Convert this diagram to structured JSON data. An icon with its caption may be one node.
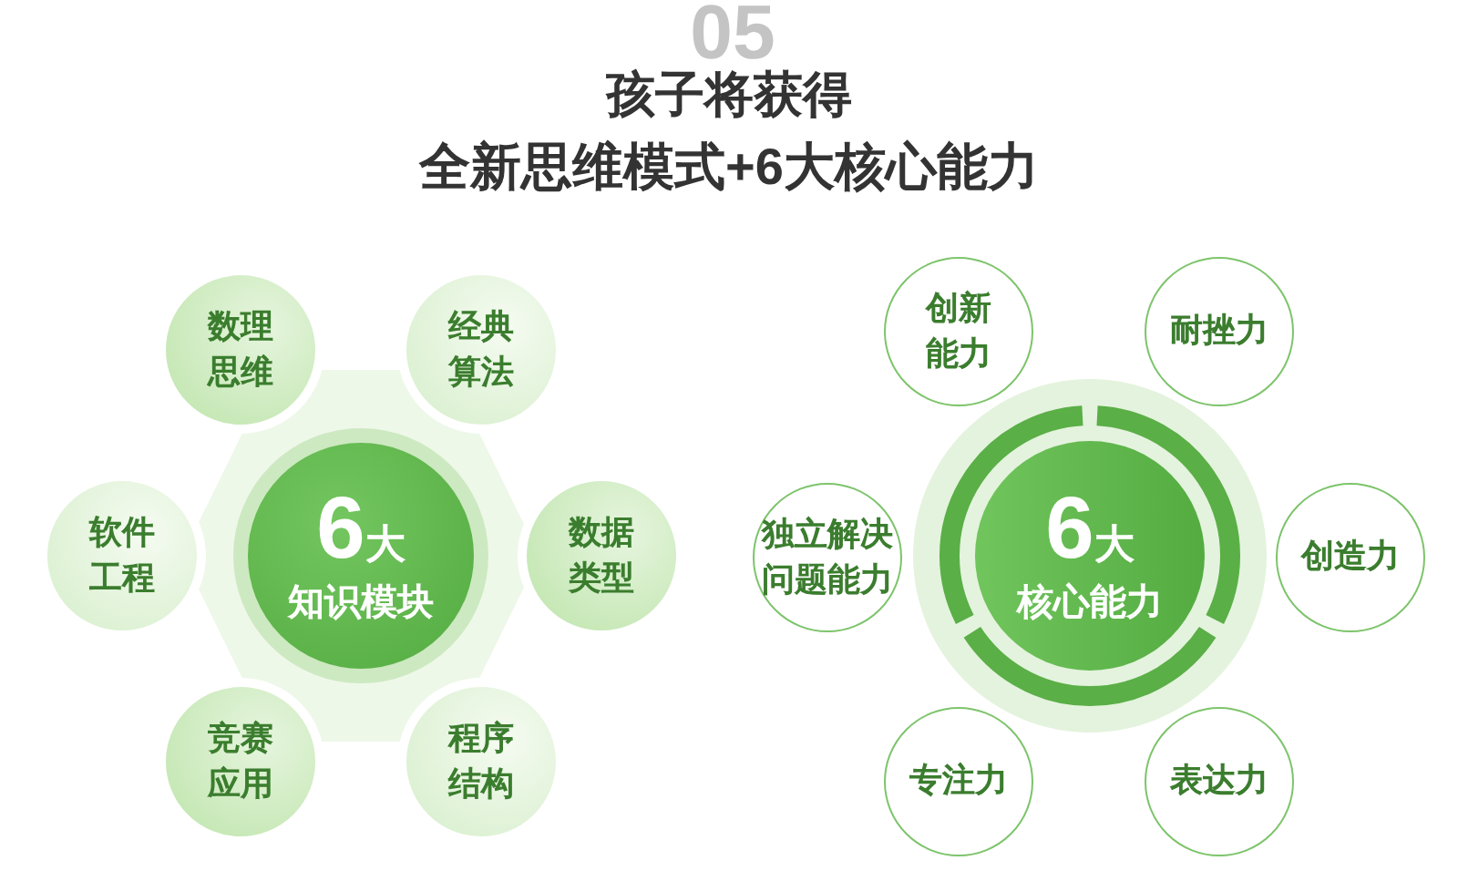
{
  "diagram": {
    "title": "孩子将获得",
    "nodes": [
      {
        "text": [
          "6大",
          "知识模块"
        ]
      },
      {
        "text": [
          "数理思维"
        ]
      },
      {
        "text": [
          "经典算法"
        ]
      },
      {
        "text": [
          "软件工程"
        ]
      },
      {
        "text": [
          "数据类型"
        ]
      },
      {
        "text": [
          "竞赛应用"
        ]
      },
      {
        "text": [
          "程序结构"
        ]
      },
      {
        "text": [
          "6大",
          "核心能力"
        ]
      },
      {
        "text": [
          "创新能力"
        ]
      },
      {
        "text": [
          "耐挫力"
        ]
      },
      {
        "text": [
          "独立解决问题能力"
        ]
      },
      {
        "text": [
          "创造力"
        ]
      },
      {
        "text": [
          "专注力"
        ]
      },
      {
        "text": [
          "表达力"
        ]
      }
    ],
    "labels": [
      "05",
      "全新思维模式+6大核心能力"
    ]
  }
}
